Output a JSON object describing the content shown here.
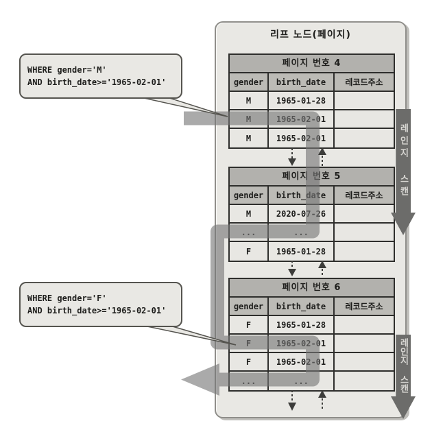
{
  "diagram": {
    "panel_title": "리프 노드(페이지)",
    "range_scan_label": "레인지 스캔",
    "queries": [
      {
        "line1": "WHERE gender='M'",
        "line2": "AND birth_date>='1965-02-01'"
      },
      {
        "line1": "WHERE gender='F'",
        "line2": "AND birth_date>='1965-02-01'"
      }
    ],
    "pages": [
      {
        "title": "페이지 번호 4",
        "columns": [
          "gender",
          "birth_date",
          "레코드주소"
        ],
        "rows": [
          [
            "M",
            "1965-01-28",
            ""
          ],
          [
            "M",
            "1965-02-01",
            ""
          ],
          [
            "M",
            "1965-02-01",
            ""
          ]
        ],
        "highlighted_row_index": 1
      },
      {
        "title": "페이지 번호 5",
        "columns": [
          "gender",
          "birth_date",
          "레코드주소"
        ],
        "rows": [
          [
            "M",
            "2020-07-26",
            ""
          ],
          [
            "...",
            "...",
            ""
          ],
          [
            "F",
            "1965-01-28",
            ""
          ]
        ],
        "highlighted_row_index": null
      },
      {
        "title": "페이지 번호 6",
        "columns": [
          "gender",
          "birth_date",
          "레코드주소"
        ],
        "rows": [
          [
            "F",
            "1965-01-28",
            ""
          ],
          [
            "F",
            "1965-02-01",
            ""
          ],
          [
            "F",
            "1965-02-01",
            ""
          ],
          [
            "...",
            "...",
            ""
          ]
        ],
        "highlighted_row_index": 1
      }
    ],
    "colors": {
      "panel_fill": "#e9e8e4",
      "table_band": "#b2b1ad",
      "table_cell": "#e8e7e3",
      "table_border": "#2e2e2c",
      "scan_path": "#767676",
      "range_bar": "#6c6c6a",
      "range_bar_text": "#d8d7d3"
    }
  }
}
